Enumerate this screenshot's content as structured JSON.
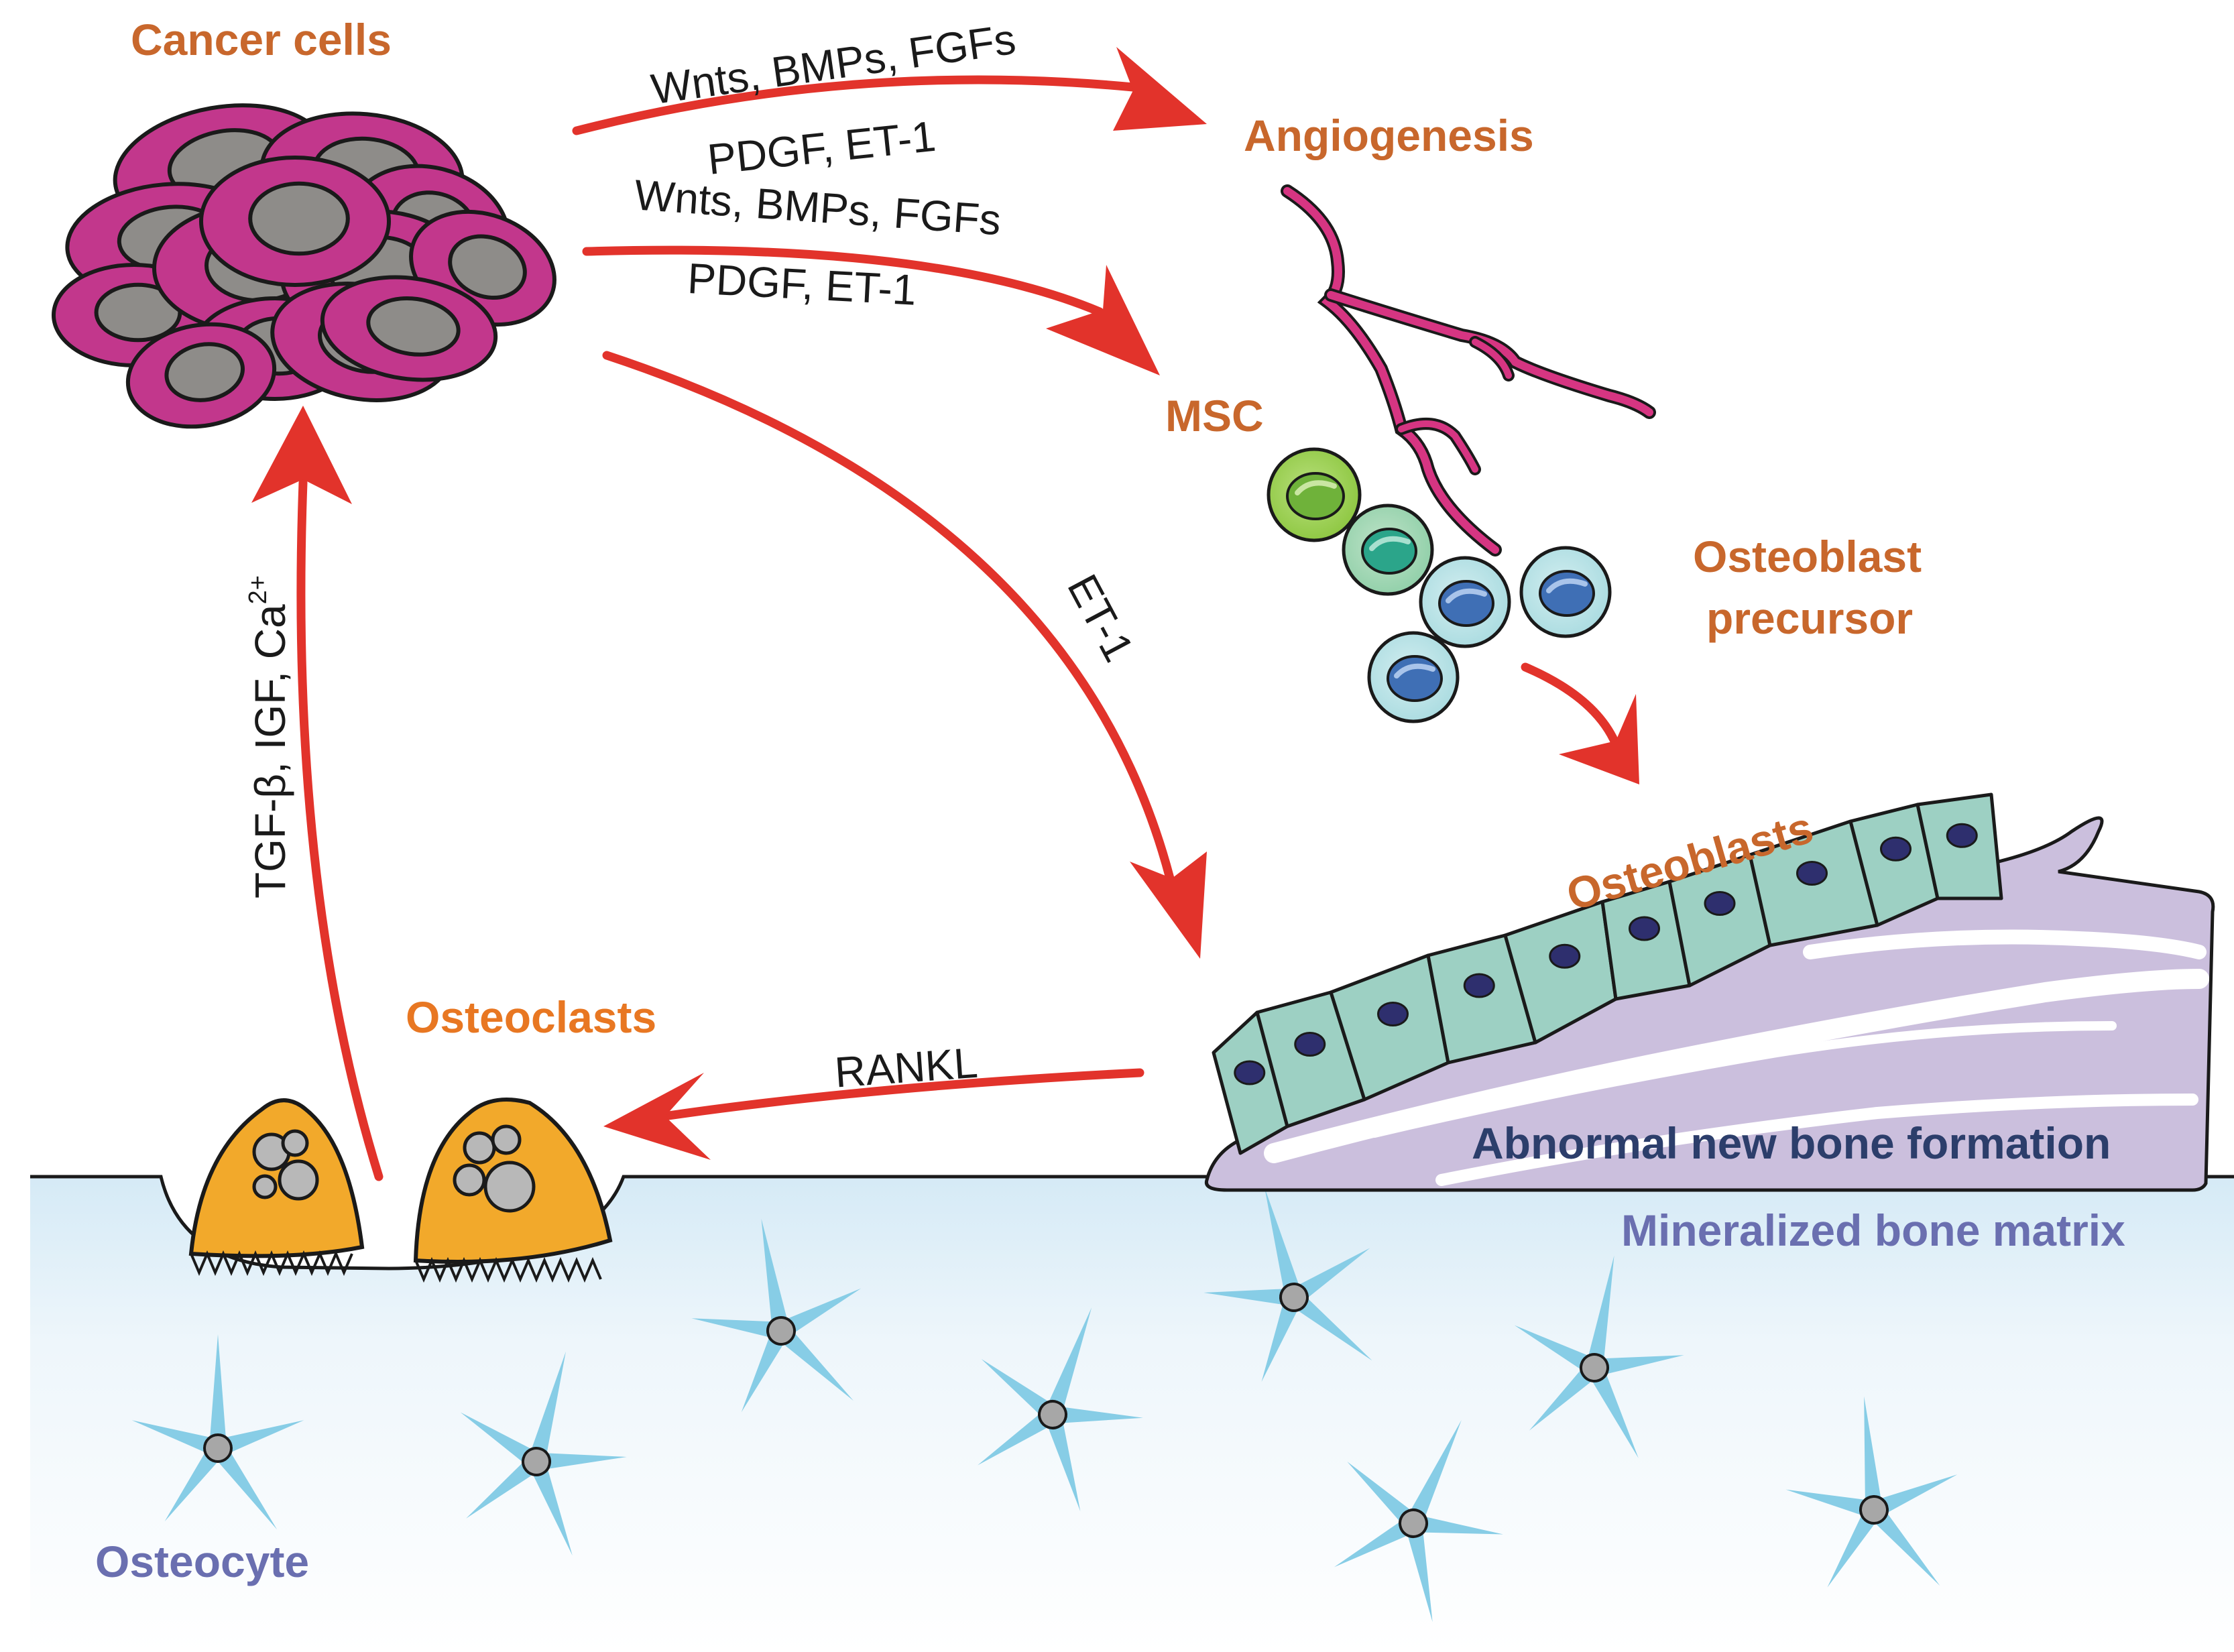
{
  "labels": {
    "cancer_cells": "Cancer cells",
    "angiogenesis": "Angiogenesis",
    "msc": "MSC",
    "osteoblast_precursor_line1": "Osteoblast",
    "osteoblast_precursor_line2": "precursor",
    "osteoblasts": "Osteoblasts",
    "osteoclasts": "Osteoclasts",
    "abnormal_bone": "Abnormal new bone formation",
    "mineralized_matrix": "Mineralized bone matrix",
    "osteocyte": "Osteocyte"
  },
  "signals": {
    "arrow1_top": "Wnts, BMPs, FGFs",
    "arrow1_bottom": "PDGF, ET-1",
    "arrow2_top": "Wnts, BMPs, FGFs",
    "arrow2_bottom": "PDGF, ET-1",
    "et1": "ET-1",
    "rankl": "RANKL"
  },
  "feedback": {
    "tgf_prefix": "TGF-β, IGF, Ca",
    "tgf_sup": "2+"
  },
  "colors": {
    "arrow": "#e2332b",
    "cancer_cell": "#c2378c",
    "nucleus": "#8e8c89",
    "vessel": "#d63582",
    "osteoblast": "#9dd0c3",
    "bone_new": "#cbbfdd",
    "osteoclast": "#f2a92b",
    "osteocyte": "#87cde6",
    "matrix_top": "#d5eaf6"
  }
}
